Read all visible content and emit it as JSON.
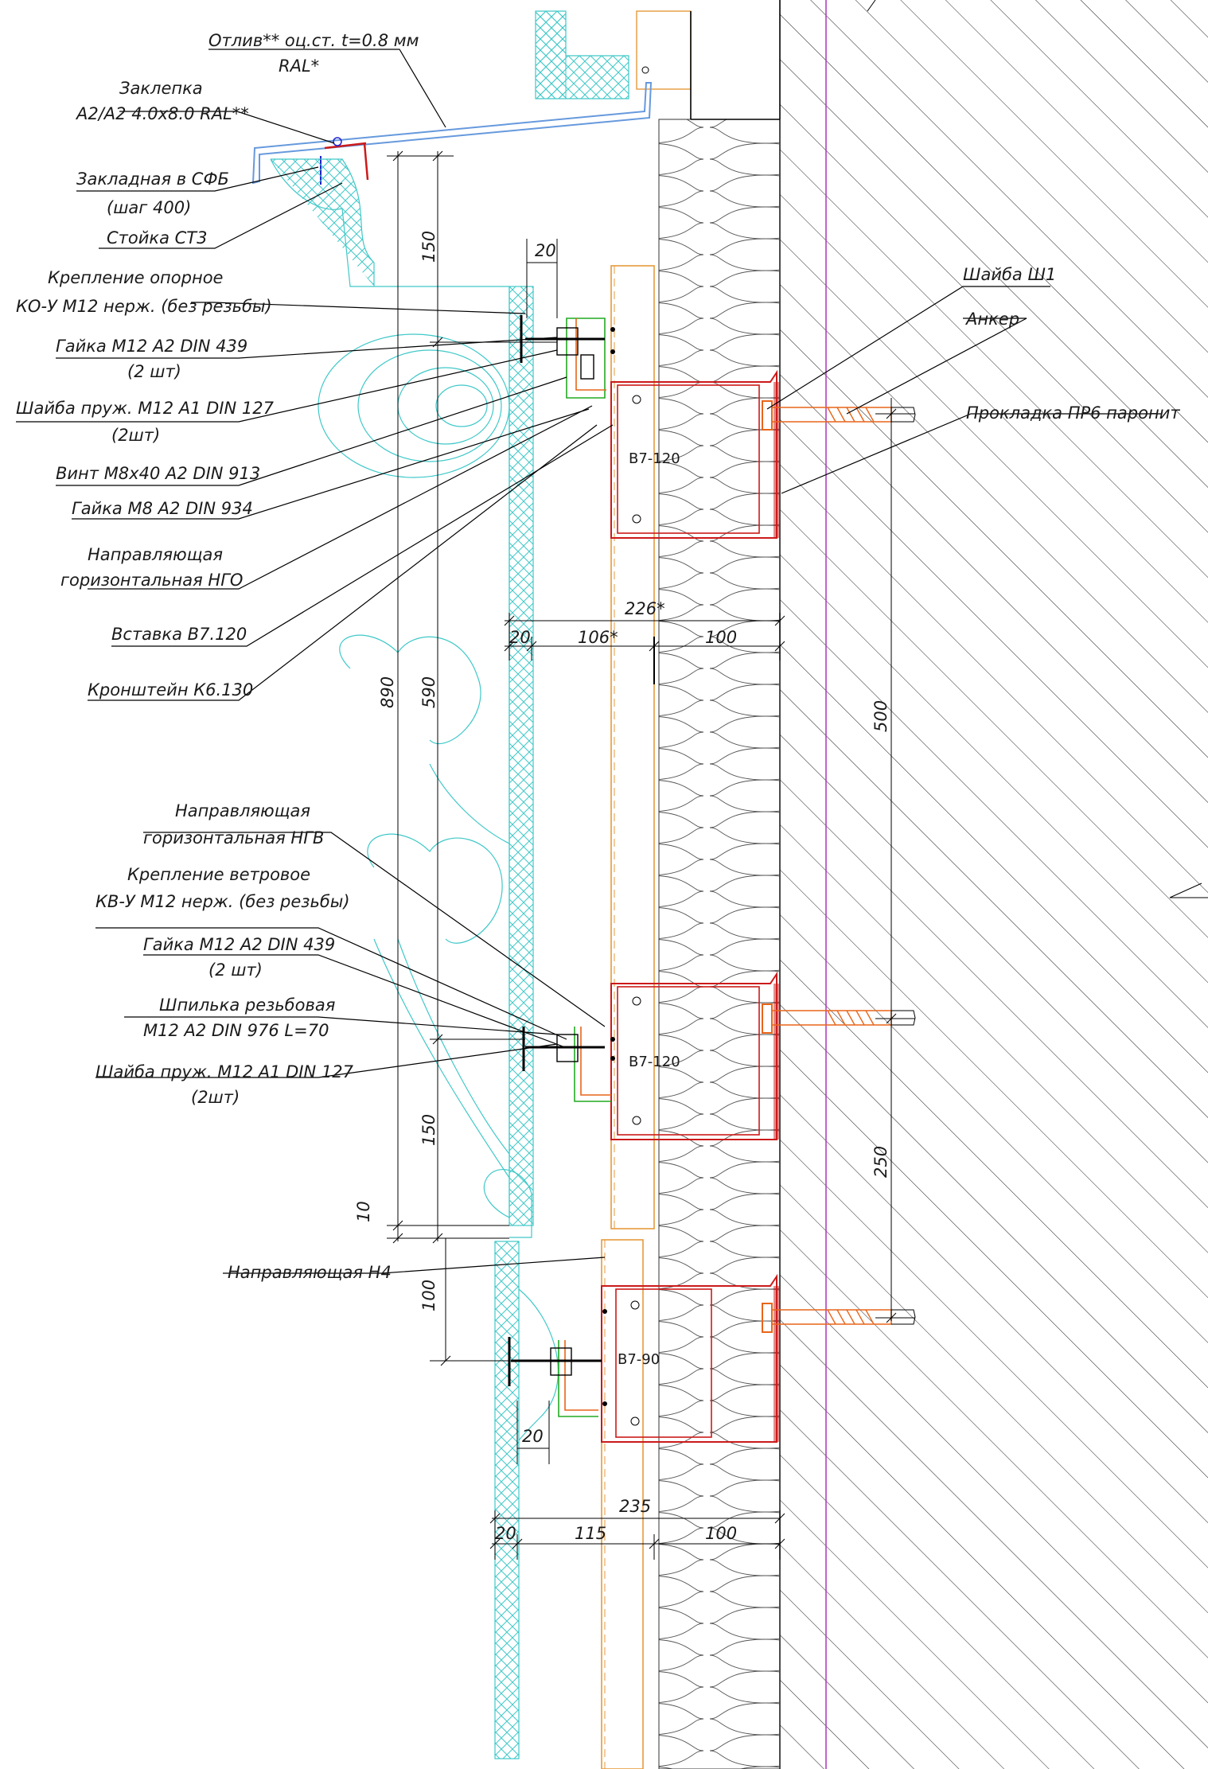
{
  "colors": {
    "ink": "#000000",
    "ornament": "#40c8c8",
    "bracket": "#cc1a1a",
    "anchor": "#e8651a",
    "insert": "#e69a3c",
    "guide_green": "#22aa22",
    "membrane": "#b040c0",
    "flashing": "#6699dd"
  },
  "labels": {
    "otliv": "Отлив** оц.ст. t=0.8 мм",
    "otliv_ral": "RAL*",
    "zaklepka": "Заклепка",
    "zaklepka_spec": "А2/А2 4.0x8.0 RAL**",
    "zakladnaya": "Закладная в СФБ",
    "zakladnaya_step": "(шаг 400)",
    "stoyka": "Стойка СТ3",
    "kreplenie_opornoe": "Крепление опорное",
    "kreplenie_opornoe_spec": "КО-У М12 нерж. (без резьбы)",
    "gayka_m12_top": "Гайка М12 А2 DIN 439",
    "gayka_m12_top_qty": "(2 шт)",
    "shayba_pruzh_top": "Шайба пруж. М12 А1 DIN 127",
    "shayba_pruzh_top_qty": "(2шт)",
    "vint_m8": "Винт М8х40 А2 DIN 913",
    "gayka_m8": "Гайка М8 А2 DIN 934",
    "napr_ngo": "Направляющая",
    "napr_ngo_2": "горизонтальная НГО",
    "vstavka": "Вставка В7.120",
    "kronshtein": "Кронштейн К6.130",
    "napr_ngv": "Направляющая",
    "napr_ngv_2": "горизонтальная НГВ",
    "kreplenie_vetrovoe": "Крепление ветровое",
    "kreplenie_vetrovoe_spec": "КВ-У М12 нерж. (без резьбы)",
    "gayka_m12_bottom": "Гайка М12 А2 DIN 439",
    "gayka_m12_bottom_qty": "(2 шт)",
    "shpilka": "Шпилька резьбовая",
    "shpilka_spec": "М12 А2 DIN 976 L=70",
    "shayba_pruzh_bottom": "Шайба пруж. М12 А1 DIN 127",
    "shayba_pruzh_bottom_qty": "(2шт)",
    "napr_n4": "Направляющая Н4",
    "shayba_sh1": "Шайба Ш1",
    "anker": "Анкер",
    "prokladka": "Прокладка ПР6 паронит"
  },
  "tags": {
    "b7_120_top": "В7-120",
    "b7_120_mid": "В7-120",
    "b7_90": "В7-90"
  },
  "dimensions": {
    "d20_top": "20",
    "d150_top": "150",
    "d890": "890",
    "d590": "590",
    "d226": "226*",
    "d20_mid": "20",
    "d106": "106*",
    "d100_mid": "100",
    "d500": "500",
    "d150_bottom": "150",
    "d10": "10",
    "d100_left": "100",
    "d250": "250",
    "d20_bottom": "20",
    "d235": "235",
    "d20_low": "20",
    "d115": "115",
    "d100_low": "100"
  }
}
